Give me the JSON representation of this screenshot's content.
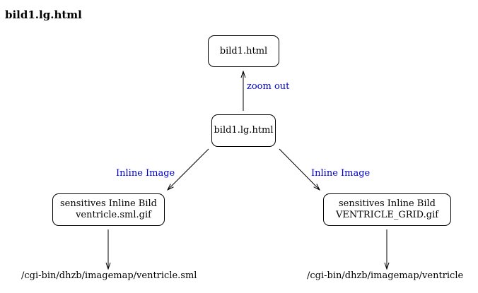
{
  "title": "bild1.lg.html",
  "nodes": {
    "bild1": {
      "label": "bild1.html"
    },
    "bild1_lg": {
      "label": "bild1.lg.html"
    },
    "left_image": {
      "line1": "sensitives Inline Bild",
      "line2": "ventricle.sml.gif"
    },
    "right_image": {
      "line1": "sensitives Inline Bild",
      "line2": "VENTRICLE_GRID.gif"
    }
  },
  "edges": {
    "zoom_out": {
      "label": "zoom out"
    },
    "inline_left": {
      "label": "Inline Image"
    },
    "inline_right": {
      "label": "Inline Image"
    }
  },
  "targets": {
    "left": "/cgi-bin/dhzb/imagemap/ventricle.sml",
    "right": "/cgi-bin/dhzb/imagemap/ventricle"
  },
  "colors": {
    "edge_label": "#0000cc",
    "stroke": "#000000"
  }
}
